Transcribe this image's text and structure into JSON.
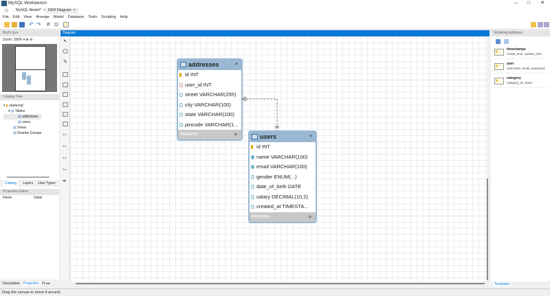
{
  "window": {
    "title": "MySQL Workbench",
    "minimize": "–",
    "maximize": "□",
    "close": "✕"
  },
  "tabs": [
    {
      "label": "MySQL Model*",
      "close": "×"
    },
    {
      "label": "EER Diagram",
      "close": "×"
    }
  ],
  "menu": [
    "File",
    "Edit",
    "View",
    "Arrange",
    "Model",
    "Database",
    "Tools",
    "Scripting",
    "Help"
  ],
  "birds_eye": {
    "title": "Bird's Eye",
    "zoom_label": "Zoom:",
    "zoom_value": "150%"
  },
  "catalog": {
    "title": "Catalog Tree",
    "schema": "startersql",
    "tables_label": "Tables",
    "tables": [
      "addresses",
      "users"
    ],
    "views": "Views",
    "routines": "Routine Groups"
  },
  "left_tabs": [
    "Catalog",
    "Layers",
    "User Types"
  ],
  "properties": {
    "title": "Properties Editor",
    "col_name": "Name",
    "col_value": "Value"
  },
  "bottom_tabs": [
    "Description",
    "Properties"
  ],
  "diagram": {
    "title": "Diagram"
  },
  "entities": [
    {
      "name": "addresses",
      "columns": [
        {
          "text": "id INT",
          "key": "pk"
        },
        {
          "text": "user_id INT",
          "key": "fk"
        },
        {
          "text": "street VARCHAR(255)",
          "key": "col"
        },
        {
          "text": "city VARCHAR(100)",
          "key": "col"
        },
        {
          "text": "state VARCHAR(100)",
          "key": "col"
        },
        {
          "text": "pincode VARCHAR(1...",
          "key": "col"
        }
      ],
      "indexes": "Indexes"
    },
    {
      "name": "users",
      "columns": [
        {
          "text": "id INT",
          "key": "pk"
        },
        {
          "text": "name VARCHAR(100)",
          "key": "nn"
        },
        {
          "text": "email VARCHAR(100)",
          "key": "nn"
        },
        {
          "text": "gender ENUM(...)",
          "key": "col"
        },
        {
          "text": "date_of_birth DATE",
          "key": "col"
        },
        {
          "text": "salary DECIMAL(10,2)",
          "key": "col"
        },
        {
          "text": "created_at TIMESTA...",
          "key": "col"
        }
      ],
      "indexes": "Indexes"
    }
  ],
  "modeling_additions": {
    "title": "Modeling Additions",
    "items": [
      {
        "name": "timestamps",
        "desc": "create_time, update_time"
      },
      {
        "name": "user",
        "desc": "username, email, password, ..."
      },
      {
        "name": "category",
        "desc": "category_id, name"
      }
    ],
    "templates_tab": "Templates"
  },
  "status": "Drag the canvas to move it around.",
  "colors": {
    "accent": "#0a7ad6",
    "entity_header": "#9ab8d3"
  }
}
